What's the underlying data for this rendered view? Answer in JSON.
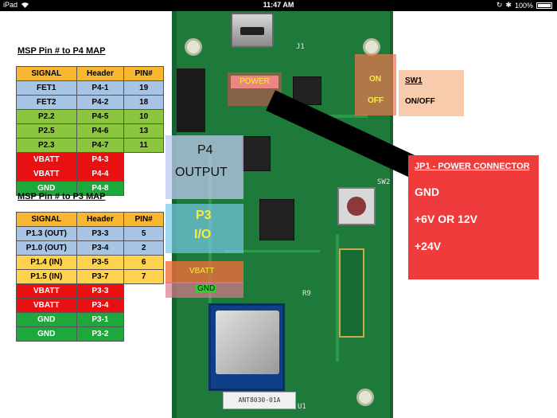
{
  "statusbar": {
    "carrier": "iPad",
    "time": "11:47 AM",
    "battery": "100%"
  },
  "p4_map": {
    "title": "MSP Pin # to P4 MAP",
    "headers": [
      "SIGNAL",
      "Header",
      "PIN#"
    ],
    "rows": [
      {
        "signal": "FET1",
        "header": "P4-1",
        "pin": "19",
        "color": "blue"
      },
      {
        "signal": "FET2",
        "header": "P4-2",
        "pin": "18",
        "color": "blue"
      },
      {
        "signal": "P2.2",
        "header": "P4-5",
        "pin": "10",
        "color": "green"
      },
      {
        "signal": "P2.5",
        "header": "P4-6",
        "pin": "13",
        "color": "green"
      },
      {
        "signal": "P2.3",
        "header": "P4-7",
        "pin": "11",
        "color": "green"
      },
      {
        "signal": "VBATT",
        "header": "P4-3",
        "pin": "",
        "color": "red"
      },
      {
        "signal": "VBATT",
        "header": "P4-4",
        "pin": "",
        "color": "red"
      },
      {
        "signal": "GND",
        "header": "P4-8",
        "pin": "",
        "color": "dgreen"
      }
    ]
  },
  "p3_map": {
    "title": "MSP Pin # to P3 MAP",
    "headers": [
      "SIGNAL",
      "Header",
      "PIN#"
    ],
    "rows": [
      {
        "signal": "P1.3 (OUT)",
        "header": "P3-3",
        "pin": "5",
        "color": "blue"
      },
      {
        "signal": "P1.0 (OUT)",
        "header": "P3-4",
        "pin": "2",
        "color": "blue"
      },
      {
        "signal": "P1.4 (IN)",
        "header": "P3-5",
        "pin": "6",
        "color": "yellow"
      },
      {
        "signal": "P1.5 (IN)",
        "header": "P3-7",
        "pin": "7",
        "color": "yellow"
      },
      {
        "signal": "VBATT",
        "header": "P3-3",
        "pin": "",
        "color": "red"
      },
      {
        "signal": "VBATT",
        "header": "P3-4",
        "pin": "",
        "color": "red"
      },
      {
        "signal": "GND",
        "header": "P3-1",
        "pin": "",
        "color": "dgreen"
      },
      {
        "signal": "GND",
        "header": "P3-2",
        "pin": "",
        "color": "dgreen"
      }
    ]
  },
  "labels": {
    "power": "POWER",
    "sw_on": "ON",
    "sw_off": "OFF",
    "sw_title": "SW1",
    "sw_desc": "ON/OFF",
    "p4_a": "P4",
    "p4_b": "OUTPUT",
    "p3_a": "P3",
    "p3_b": "I/O",
    "vbatt": "VBATT",
    "gnd": "GND",
    "jp1_title": "JP1 - POWER CONNECTOR",
    "jp1_l1": "GND",
    "jp1_l2": "+6V OR 12V",
    "jp1_l3": "+24V",
    "antenna": "ANT8030-01A"
  },
  "colors": {
    "pcb": "#1d7a3a",
    "header_bg": "#f7b730",
    "jp1": "#ef3b3b"
  }
}
